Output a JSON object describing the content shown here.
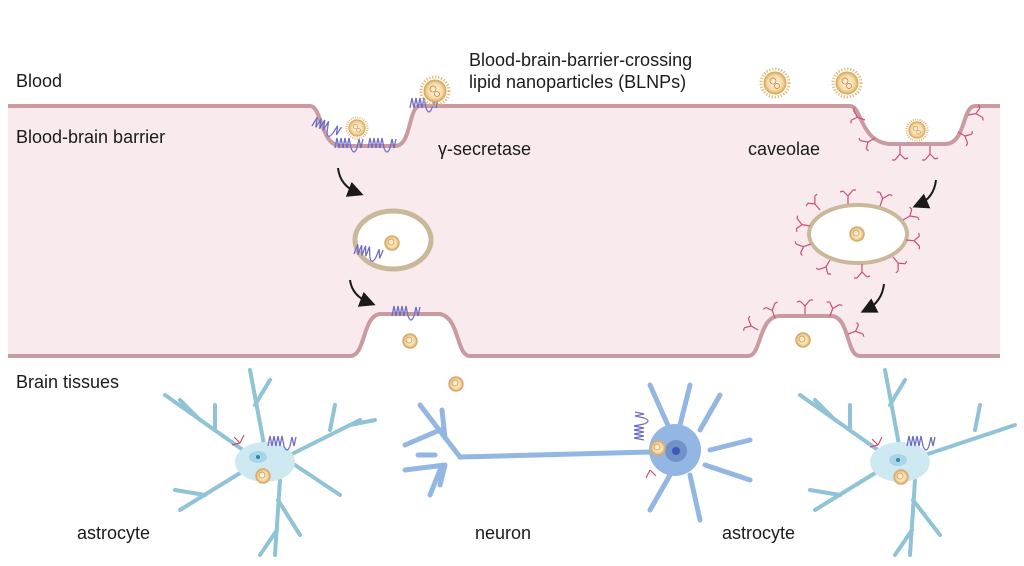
{
  "labels": {
    "blood": "Blood",
    "bbb": "Blood-brain barrier",
    "blnp_line1": "Blood-brain-barrier-crossing",
    "blnp_line2": "lipid nanoparticles (BLNPs)",
    "gamma_secretase": "γ-secretase",
    "caveolae": "caveolae",
    "brain_tissues": "Brain tissues",
    "astrocyte_left": "astrocyte",
    "neuron": "neuron",
    "astrocyte_right": "astrocyte"
  },
  "colors": {
    "barrier_fill": "#f8eaed",
    "membrane": "#c99aa0",
    "membrane_inner": "#e8c7cc",
    "gamma_secretase": "#6f6cc4",
    "caveolin": "#c84f78",
    "nanoparticle": "#e9c58a",
    "vesicle_ring": "#c9b99a",
    "astrocyte": "#cfe9f2",
    "astrocyte_edge": "#8fc3d5",
    "neuron": "#94b6e3",
    "neuron_edge": "#6f93c8",
    "nucleus": "#3f57b8",
    "arrow": "#1a1a1a"
  },
  "pathways": [
    {
      "name": "gamma-secretase pathway",
      "label_key": "gamma_secretase"
    },
    {
      "name": "caveolae pathway",
      "label_key": "caveolae"
    }
  ]
}
